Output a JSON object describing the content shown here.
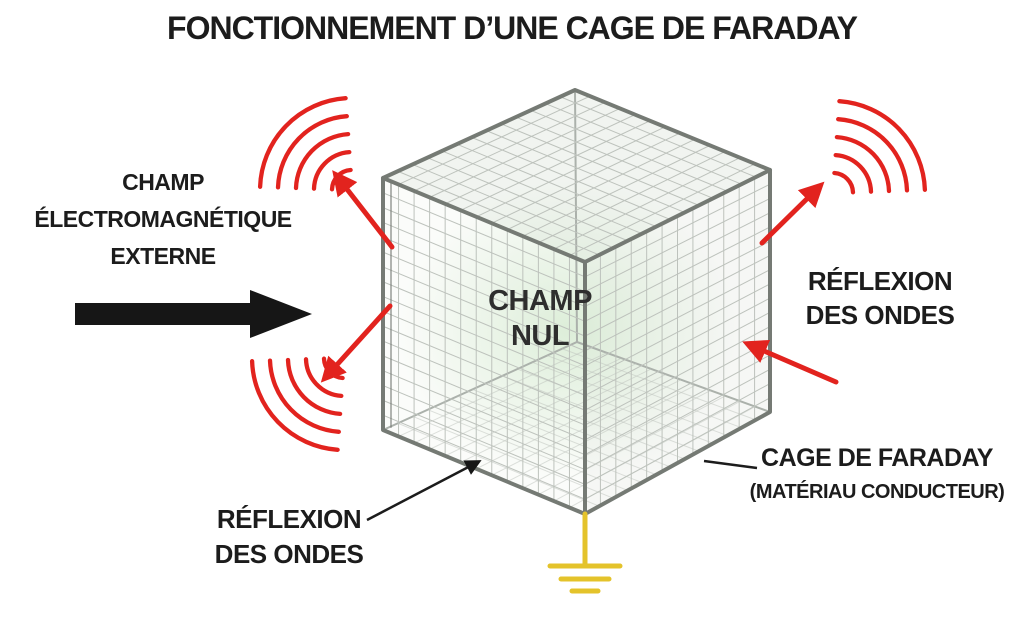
{
  "title": "FONCTIONNEMENT D’UNE CAGE DE FARADAY",
  "labels": {
    "external_field": {
      "line1": "CHAMP",
      "line2": "ÉLECTROMAGNÉTIQUE",
      "line3": "EXTERNE"
    },
    "null_field": {
      "line1": "CHAMP",
      "line2": "NUL"
    },
    "reflection_right": {
      "line1": "RÉFLEXION",
      "line2": "DES ONDES"
    },
    "reflection_bottom": {
      "line1": "RÉFLEXION",
      "line2": "DES ONDES"
    },
    "cage": {
      "line1": "CAGE DE FARADAY",
      "line2": "(MATÉRIAU CONDUCTEUR)"
    }
  },
  "icons": {
    "external_field_arrow": "right-arrow-icon",
    "reflected_waves": "radio-waves-icon",
    "ground": "earth-ground-icon"
  },
  "colors": {
    "background": "#ffffff",
    "text": "#1c1c1c",
    "arrow_black": "#161616",
    "wave_red": "#e2231e",
    "cage_edge": "#757a74",
    "cage_edge_light": "#abb1ab",
    "mesh": "#bdc2bc",
    "interior_green": "#bfe0b8",
    "ground_yellow": "#e4c32b",
    "connector": "#1c1c1c"
  }
}
